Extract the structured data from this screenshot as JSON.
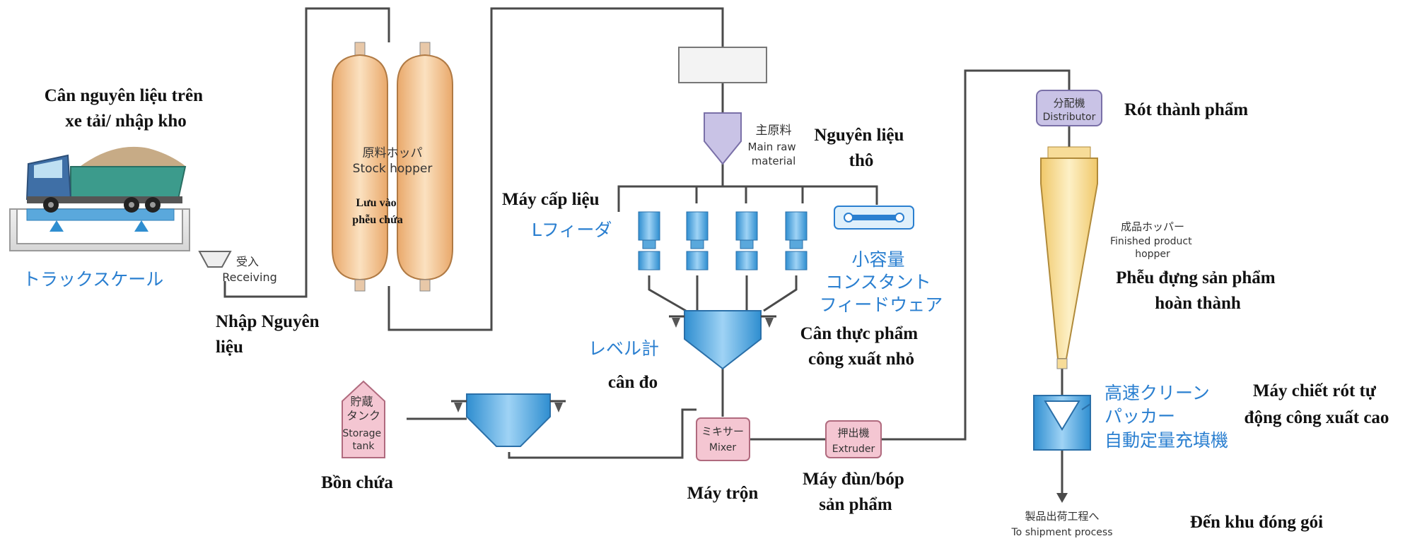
{
  "labels": {
    "truck_scale_vn": [
      "Cân nguyên liệu trên",
      "xe tải/ nhập kho"
    ],
    "truck_scale_jp": "トラックスケール",
    "receiving_jp": "受入",
    "receiving_en": "Receiving",
    "receiving_vn": [
      "Nhập Nguyên",
      "liệu"
    ],
    "stock_hopper_jp": "原料ホッパ",
    "stock_hopper_en": "Stock hopper",
    "stock_hopper_vn": [
      "Lưu vào",
      "phễu chứa"
    ],
    "main_raw_jp": "主原料",
    "main_raw_en": [
      "Main raw",
      "material"
    ],
    "main_raw_vn": [
      "Nguyên liệu",
      "thô"
    ],
    "feeder_vn": "Máy cấp liệu",
    "feeder_jp": "Lフィーダ",
    "small_feeder_jp": [
      "小容量",
      "コンスタント",
      "フィードウェア"
    ],
    "small_feeder_vn": [
      "Cân thực phẩm",
      "công xuất nhỏ"
    ],
    "level_jp": "レベル計",
    "level_vn": "cân đo",
    "storage_jp": [
      "貯蔵",
      "タンク"
    ],
    "storage_en": [
      "Storage",
      "tank"
    ],
    "storage_vn": "Bồn chứa",
    "mixer_jp": "ミキサー",
    "mixer_en": "Mixer",
    "mixer_vn": "Máy trộn",
    "extruder_jp": "押出機",
    "extruder_en": "Extruder",
    "extruder_vn": [
      "Máy đùn/bóp",
      "sản phẩm"
    ],
    "distributor_jp": "分配機",
    "distributor_en": "Distributor",
    "distributor_vn": "Rót thành phẩm",
    "finished_jp": "成品ホッパー",
    "finished_en": [
      "Finished product",
      "hopper"
    ],
    "finished_vn": [
      "Phễu đựng sản phẩm",
      "hoàn thành"
    ],
    "packer_jp": [
      "高速クリーン",
      "パッカー",
      "自動定量充填機"
    ],
    "packer_vn": [
      "Máy chiết rót tự",
      "động công xuất cao"
    ],
    "shipment_jp": "製品出荷工程へ",
    "shipment_en": "To shipment process",
    "shipment_vn": "Đến khu đóng gói"
  },
  "colors": {
    "hopper": "#f2c89a",
    "feeder": "#5aa8dc",
    "tank": "#f4c6d2",
    "distributor": "#c9c3e6",
    "finished": "#f7dc98",
    "accent_text": "#2a7fd0"
  }
}
